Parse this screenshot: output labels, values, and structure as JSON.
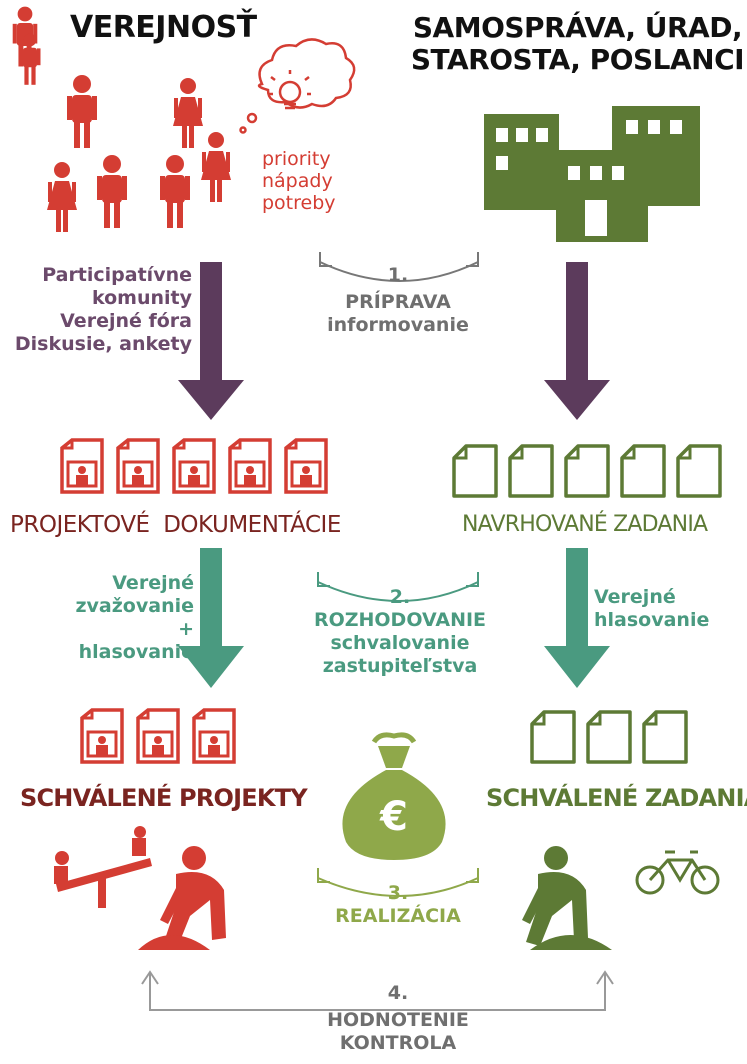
{
  "headers": {
    "public": "VEREJNOSŤ",
    "government_line1": "SAMOSPRÁVA, ÚRAD,",
    "government_line2": "STAROSTA, POSLANCI"
  },
  "thought_bubble": {
    "lines": [
      "priority",
      "nápady",
      "potreby"
    ]
  },
  "public_channels": [
    "Participatívne",
    "komunity",
    "Verejné fóra",
    "Diskusie, ankety"
  ],
  "steps": [
    {
      "number": "1.",
      "lines": [
        "PRÍPRAVA",
        "informovanie"
      ]
    },
    {
      "number": "2.",
      "lines": [
        "ROZHODOVANIE",
        "schvalovanie",
        "zastupiteľstva"
      ]
    },
    {
      "number": "3.",
      "lines": [
        "REALIZÁCIA"
      ]
    },
    {
      "number": "4.",
      "lines": [
        "HODNOTENIE",
        "KONTROLA"
      ]
    }
  ],
  "labels": {
    "project_docs": "PROJEKTOVÉ  DOKUMENTÁCIE",
    "proposed_tasks": "NAVRHOVANÉ ZADANIA",
    "approved_projects": "SCHVÁLENÉ PROJEKTY",
    "approved_tasks": "SCHVÁLENÉ ZADANIA"
  },
  "public_vote": [
    "Verejné",
    "zvažovanie",
    "+ hlasovanie"
  ],
  "gov_vote": [
    "Verejné",
    "hlasovanie"
  ],
  "money_icon": "euro-sign",
  "colors": {
    "red": "#d43d33",
    "dark_red": "#7a2420",
    "olive": "#5d7a35",
    "purple_arrow": "#5c3b5c",
    "teal_arrow": "#4a9a80",
    "gray": "#6f6f6f",
    "lime": "#8fa84a"
  }
}
